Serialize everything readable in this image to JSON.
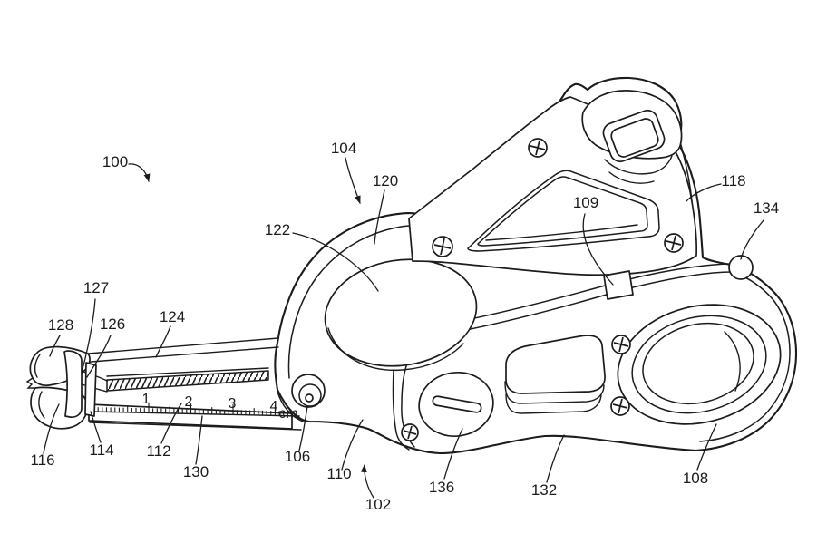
{
  "figure": {
    "kind": "patent line drawing",
    "subject": "Perspective view of a handheld clamping and measuring tool with jaws, ruler arm, reel housing, trigger button and grip opening",
    "background_color": "#ffffff",
    "line_color": "#1c1c1c"
  },
  "ruler": {
    "unit_label": "cm",
    "tick_labels": [
      "1",
      "2",
      "3",
      "4"
    ]
  },
  "reference_labels": [
    {
      "text": "100",
      "has_arrow": true
    },
    {
      "text": "102",
      "has_arrow": true
    },
    {
      "text": "104",
      "has_arrow": true
    },
    {
      "text": "106",
      "has_arrow": false
    },
    {
      "text": "108",
      "has_arrow": false
    },
    {
      "text": "109",
      "has_arrow": false
    },
    {
      "text": "110",
      "has_arrow": false
    },
    {
      "text": "112",
      "has_arrow": false
    },
    {
      "text": "114",
      "has_arrow": false
    },
    {
      "text": "116",
      "has_arrow": false
    },
    {
      "text": "118",
      "has_arrow": false
    },
    {
      "text": "120",
      "has_arrow": false
    },
    {
      "text": "122",
      "has_arrow": false
    },
    {
      "text": "124",
      "has_arrow": false
    },
    {
      "text": "126",
      "has_arrow": false
    },
    {
      "text": "127",
      "has_arrow": false
    },
    {
      "text": "128",
      "has_arrow": false
    },
    {
      "text": "130",
      "has_arrow": false
    },
    {
      "text": "132",
      "has_arrow": false
    },
    {
      "text": "134",
      "has_arrow": false
    },
    {
      "text": "136",
      "has_arrow": false
    }
  ]
}
